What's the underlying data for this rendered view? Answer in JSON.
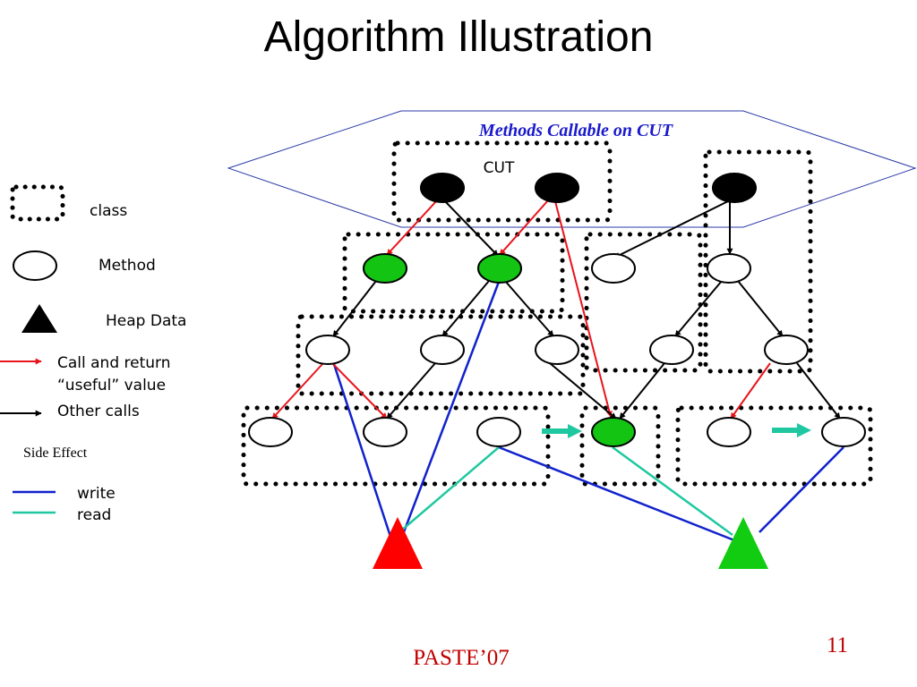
{
  "title": "Algorithm Illustration",
  "diagram": {
    "region_label": "Methods Callable on CUT",
    "cut_label": "CUT"
  },
  "legend": {
    "class": "class",
    "method": "Method",
    "heap_data": "Heap Data",
    "call_return_line1": "Call and return",
    "call_return_line2": "“useful” value",
    "other_calls": "Other calls",
    "side_effect": "Side Effect",
    "write": "write",
    "read": "read"
  },
  "colors": {
    "useful_call": "#e8141b",
    "other_call": "#000000",
    "write": "#1122cc",
    "read": "#1fc8a0",
    "selected_method": "#13c413",
    "heap_red": "#ff0000",
    "heap_green": "#11cc11",
    "region_border": "#2b3aa8",
    "region_text": "#1a1acc",
    "arrow_teal": "#1fc8a0",
    "footer_text": "#c00000"
  },
  "footer": "PASTE’07",
  "slide_number": "11"
}
